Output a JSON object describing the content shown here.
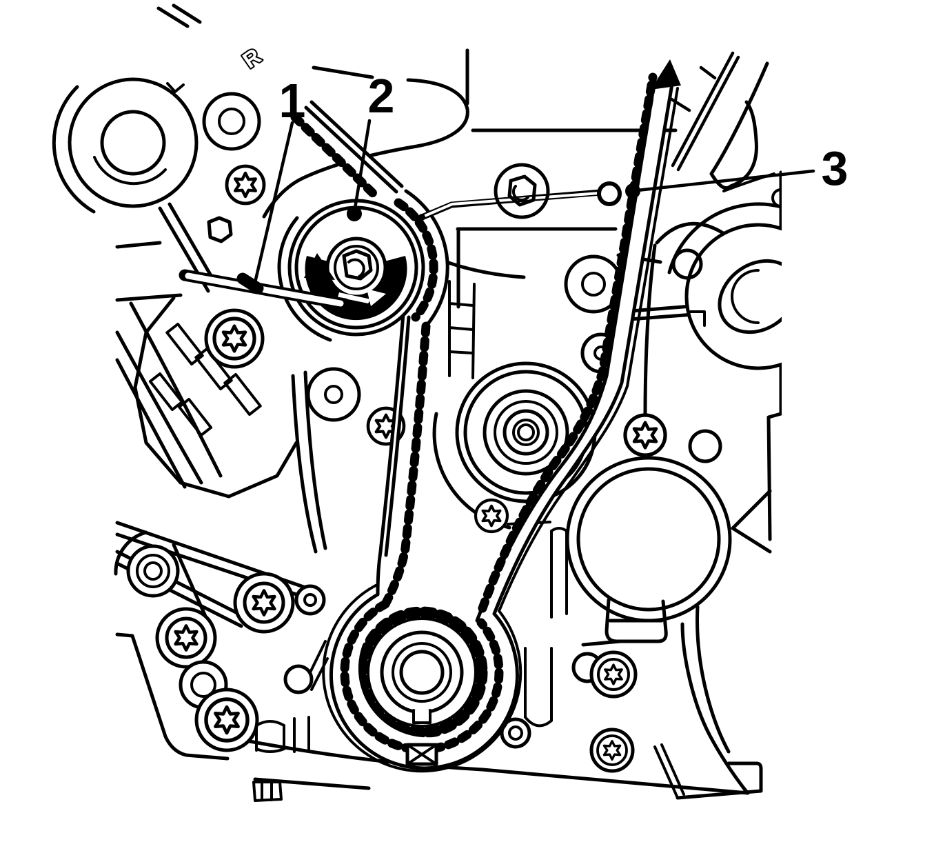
{
  "figure": {
    "type": "engine timing belt installation line drawing",
    "background_color": "#ffffff",
    "line_color": "#000000",
    "cast_mark": "R",
    "callouts": [
      {
        "label": "1",
        "target": "tensioner adjusting lever tool"
      },
      {
        "label": "2",
        "target": "timing belt tensioner pulley"
      },
      {
        "label": "3",
        "target": "belt retaining pin eyelet"
      }
    ],
    "rotation_arrow": {
      "direction": "counterclockwise",
      "color": "#000000"
    }
  }
}
